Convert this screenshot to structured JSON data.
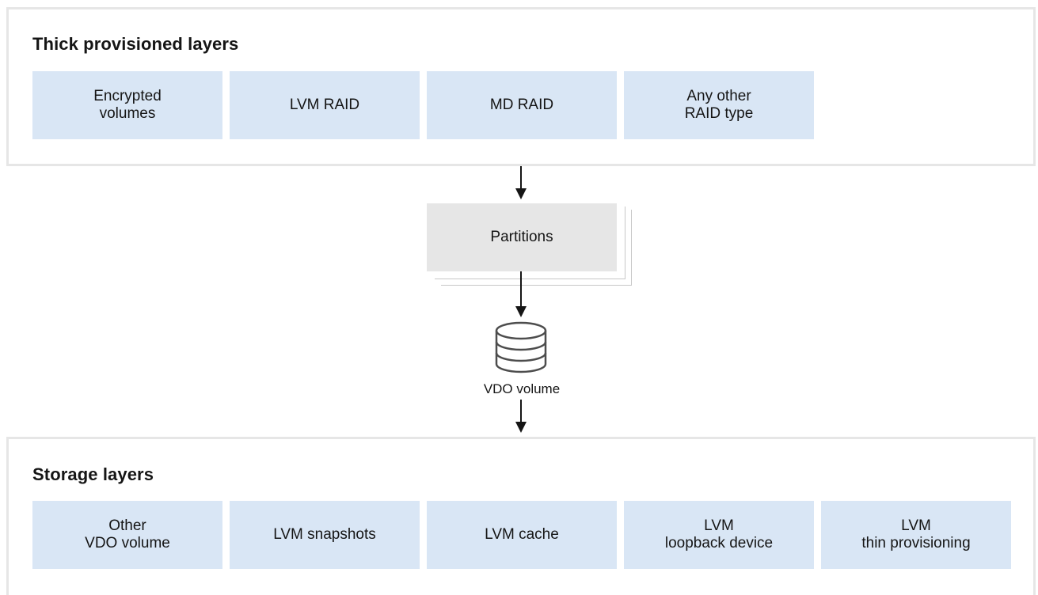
{
  "thick_section": {
    "title": "Thick provisioned layers",
    "boxes": [
      {
        "label": "Encrypted\nvolumes"
      },
      {
        "label": "LVM RAID"
      },
      {
        "label": "MD RAID"
      },
      {
        "label": "Any other\nRAID type"
      }
    ]
  },
  "middle": {
    "partitions_label": "Partitions",
    "volume_label": "VDO volume",
    "volume_icon": "database-icon"
  },
  "storage_section": {
    "title": "Storage layers",
    "boxes": [
      {
        "label": "Other\nVDO volume"
      },
      {
        "label": "LVM snapshots"
      },
      {
        "label": "LVM cache"
      },
      {
        "label": "LVM\nloopback device"
      },
      {
        "label": "LVM\nthin provisioning"
      }
    ]
  },
  "colors": {
    "layer_box": "#d9e6f5",
    "partition_box": "#e6e6e6",
    "panel_border": "#e6e6e6",
    "arrow": "#151515"
  }
}
